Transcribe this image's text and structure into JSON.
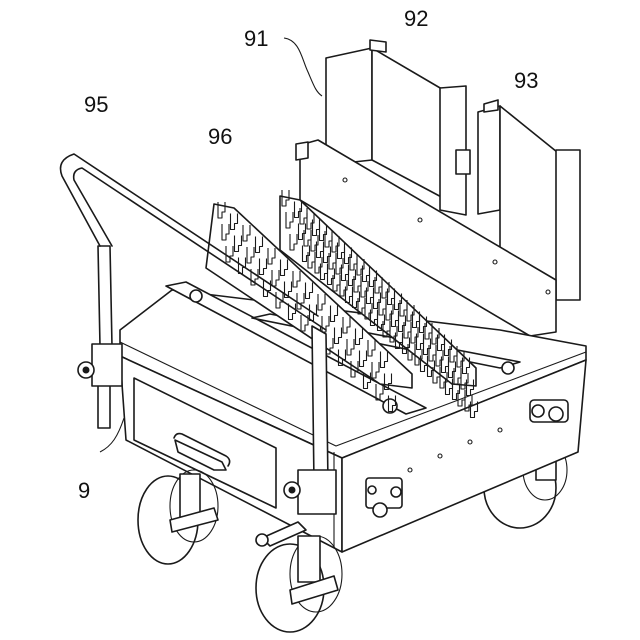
{
  "reference_numerals": {
    "frame": "9",
    "plate_91": "91",
    "plate_92": "92",
    "plate_93": "93",
    "handle": "95",
    "comb": "96"
  }
}
